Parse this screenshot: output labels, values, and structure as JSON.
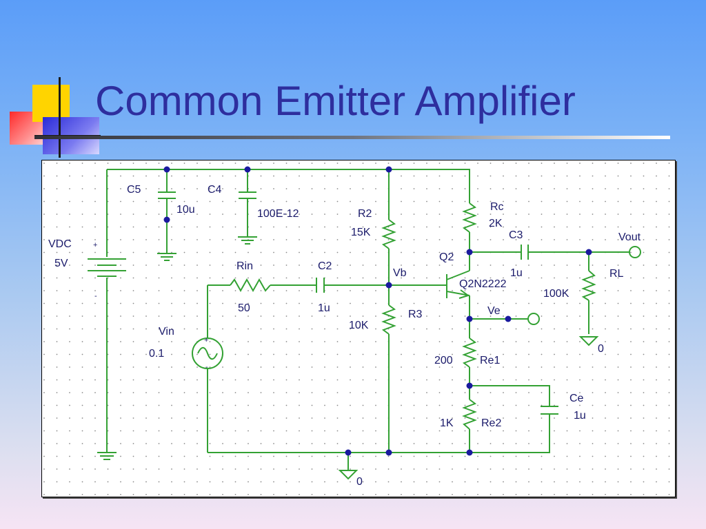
{
  "slide": {
    "title": "Common Emitter Amplifier"
  },
  "schematic": {
    "vdc": {
      "name": "VDC",
      "value": "5V",
      "plus": "+",
      "minus": "-"
    },
    "c5": {
      "name": "C5",
      "value": "10u"
    },
    "c4": {
      "name": "C4",
      "value": "100E-12"
    },
    "rin": {
      "name": "Rin",
      "value": "50"
    },
    "c2": {
      "name": "C2",
      "value": "1u"
    },
    "vin": {
      "name": "Vin",
      "value": "0.1",
      "plus": "+",
      "minus": "-"
    },
    "r2": {
      "name": "R2",
      "value": "15K"
    },
    "r3": {
      "name": "R3",
      "value": "10K"
    },
    "vb": "Vb",
    "rc": {
      "name": "Rc",
      "value": "2K"
    },
    "c3": {
      "name": "C3",
      "value": "1u"
    },
    "q2": {
      "name": "Q2",
      "model": "Q2N2222"
    },
    "ve": "Ve",
    "re1": {
      "name": "Re1",
      "value": "200"
    },
    "re2": {
      "name": "Re2",
      "value": "1K"
    },
    "ce": {
      "name": "Ce",
      "value": "1u"
    },
    "rl": {
      "name": "RL",
      "value": "100K"
    },
    "vout": "Vout",
    "ground_ref": "0"
  },
  "colors": {
    "wire": "#33a133",
    "label": "#1a1a6a",
    "node": "#1a1a9e",
    "title": "#2e2e9e"
  }
}
